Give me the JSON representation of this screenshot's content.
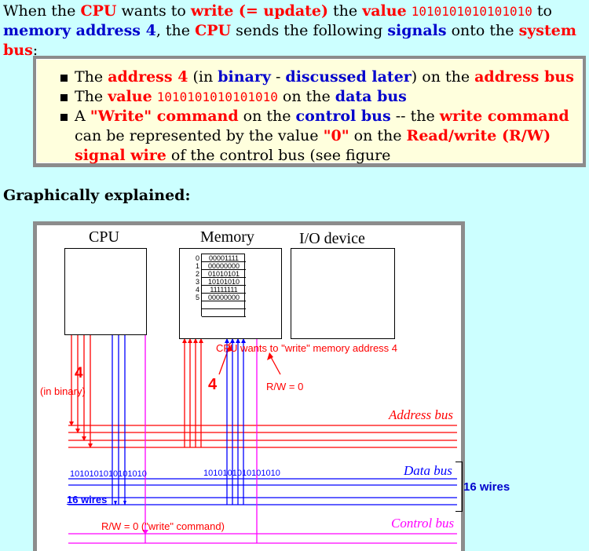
{
  "intro": {
    "t1": "When the ",
    "cpu1": "CPU",
    "t2": " wants to ",
    "write_update": "write (= update)",
    "t3": " the ",
    "value_word": "value",
    "t3b": " ",
    "value_bits": "1010101010101010",
    "t4": " to ",
    "memory_address": "memory address 4",
    "t5": ", the ",
    "cpu2": "CPU",
    "t6": " sends the following ",
    "signals": "signals",
    "t7": " onto the ",
    "system_bus": "system bus",
    "t8": ":"
  },
  "notes": {
    "item1": {
      "t1": "The ",
      "address4": "address 4",
      "t2": " (in ",
      "binary": "binary",
      "dash": " - ",
      "discussed": "discussed later",
      "t3": ") on the ",
      "address_bus": "address bus"
    },
    "item2": {
      "t1": "The ",
      "value_word": "value",
      "t1b": " ",
      "value_bits": "1010101010101010",
      "t2": " on the ",
      "data_bus": "data bus"
    },
    "item3": {
      "t1": "A ",
      "write_cmd": "\"Write\" command",
      "t2": " on the ",
      "control_bus": "control bus",
      "t3": " -- the ",
      "write_command": "write command",
      "t4": " can be represented by the value ",
      "zero": "\"0\"",
      "t5": " on the ",
      "rw_wire": "Read/write (R/W) signal wire",
      "t6": " of the control bus (see figure"
    }
  },
  "heading": "Graphically explained:",
  "figure": {
    "cpu_label": "CPU",
    "memory_label": "Memory",
    "io_label": "I/O device",
    "memory_rows": [
      {
        "index": "0",
        "bits": "00001111"
      },
      {
        "index": "1",
        "bits": "00000000"
      },
      {
        "index": "2",
        "bits": "01010101"
      },
      {
        "index": "3",
        "bits": "10101010"
      },
      {
        "index": "4",
        "bits": "11111111"
      },
      {
        "index": "5",
        "bits": "00000000"
      }
    ],
    "cpu_wants": "CPU wants to \"write\" memory address 4",
    "four_left": "4",
    "in_binary": "(in binary)",
    "four_mid": "4",
    "rw_eq": "R/W = 0",
    "address_bus": "Address bus",
    "data_bus": "Data bus",
    "control_bus": "Control bus",
    "bits_left": "1010101010101010",
    "bits_mid": "1010101010101010",
    "wires16_inner": "16 wires",
    "wires16_outer": "16 wires",
    "rw_command": "R/W = 0 (\"write\" command)",
    "colors": {
      "address": "#ff0000",
      "data": "#0000ff",
      "control": "#ff00ff"
    }
  }
}
